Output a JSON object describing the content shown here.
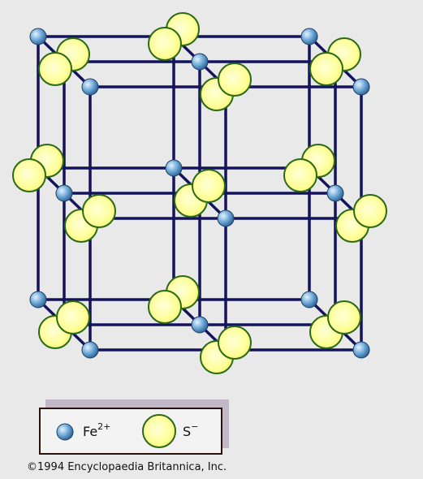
{
  "legend": {
    "fe_base": "Fe",
    "fe_charge": "2+",
    "s_base": "S",
    "s_charge": "−"
  },
  "copyright": "©1994 Encyclopaedia Britannica, Inc.",
  "colors": {
    "background": "#e9e9e9",
    "bond_line": "#14145e",
    "fe_ion": "#6aa6d6",
    "s_ion": "#ffff99",
    "s_outline": "#2a6a14",
    "legend_border": "#2b1208"
  }
}
